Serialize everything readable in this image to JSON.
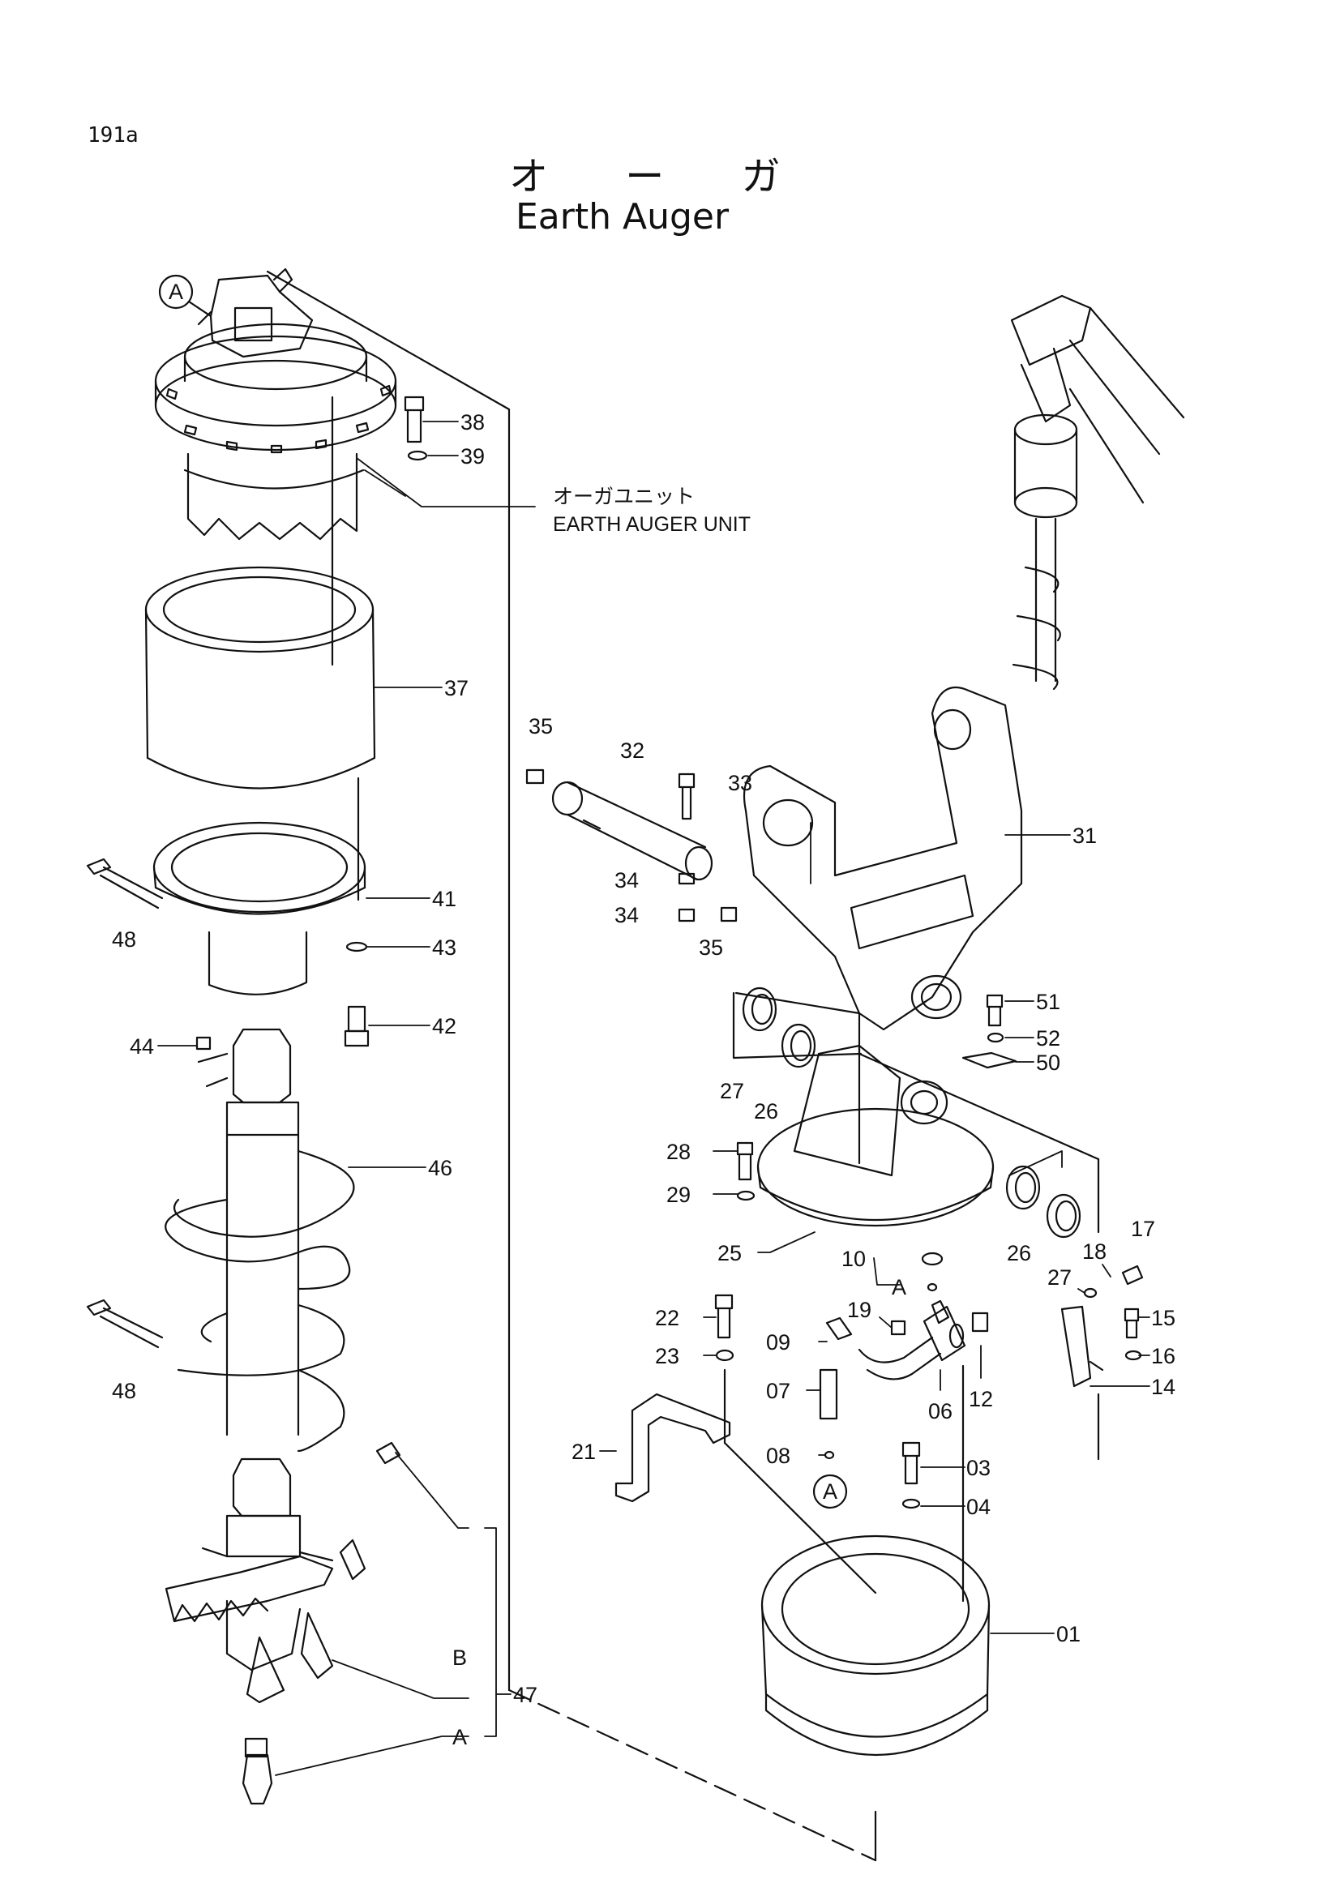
{
  "page_number": "191a",
  "title_jp": "オ ー ガ",
  "title_en": "Earth Auger",
  "unit_label_jp": "オーガユニット",
  "unit_label_en": "EARTH AUGER UNIT",
  "circle_refs": [
    "A",
    "A"
  ],
  "part_numbers": [
    "38",
    "39",
    "37",
    "41",
    "43",
    "42",
    "44",
    "46",
    "48",
    "48",
    "47",
    "B",
    "A",
    "35",
    "32",
    "33",
    "34",
    "34",
    "35",
    "31",
    "51",
    "52",
    "50",
    "27",
    "26",
    "28",
    "29",
    "25",
    "26",
    "27",
    "17",
    "18",
    "10",
    "A",
    "22",
    "19",
    "09",
    "15",
    "16",
    "23",
    "14",
    "12",
    "07",
    "06",
    "21",
    "08",
    "03",
    "04",
    "01"
  ]
}
